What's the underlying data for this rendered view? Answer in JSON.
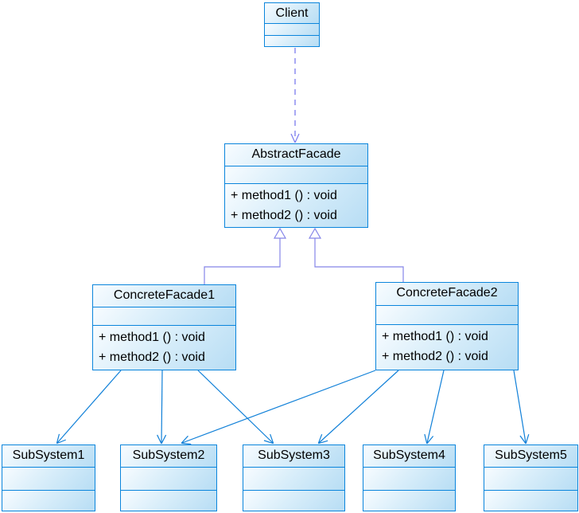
{
  "classes": {
    "client": {
      "name": "Client"
    },
    "abstractFacade": {
      "name": "AbstractFacade",
      "methods": [
        "+ method1 () : void",
        "+ method2 () : void"
      ]
    },
    "concreteFacade1": {
      "name": "ConcreteFacade1",
      "methods": [
        "+ method1 () : void",
        "+ method2 () : void"
      ]
    },
    "concreteFacade2": {
      "name": "ConcreteFacade2",
      "methods": [
        "+ method1 () : void",
        "+ method2 () : void"
      ]
    },
    "subSystem1": {
      "name": "SubSystem1"
    },
    "subSystem2": {
      "name": "SubSystem2"
    },
    "subSystem3": {
      "name": "SubSystem3"
    },
    "subSystem4": {
      "name": "SubSystem4"
    },
    "subSystem5": {
      "name": "SubSystem5"
    }
  },
  "relationships": [
    {
      "type": "dependency",
      "from": "Client",
      "to": "AbstractFacade",
      "line": "dashed",
      "head": "open-arrow"
    },
    {
      "type": "generalization",
      "from": "ConcreteFacade1",
      "to": "AbstractFacade",
      "line": "solid",
      "head": "hollow-triangle"
    },
    {
      "type": "generalization",
      "from": "ConcreteFacade2",
      "to": "AbstractFacade",
      "line": "solid",
      "head": "hollow-triangle"
    },
    {
      "type": "association",
      "from": "ConcreteFacade1",
      "to": "SubSystem1",
      "line": "solid",
      "head": "open-arrow"
    },
    {
      "type": "association",
      "from": "ConcreteFacade1",
      "to": "SubSystem2",
      "line": "solid",
      "head": "open-arrow"
    },
    {
      "type": "association",
      "from": "ConcreteFacade1",
      "to": "SubSystem3",
      "line": "solid",
      "head": "open-arrow"
    },
    {
      "type": "association",
      "from": "ConcreteFacade2",
      "to": "SubSystem2",
      "line": "solid",
      "head": "open-arrow"
    },
    {
      "type": "association",
      "from": "ConcreteFacade2",
      "to": "SubSystem3",
      "line": "solid",
      "head": "open-arrow"
    },
    {
      "type": "association",
      "from": "ConcreteFacade2",
      "to": "SubSystem4",
      "line": "solid",
      "head": "open-arrow"
    },
    {
      "type": "association",
      "from": "ConcreteFacade2",
      "to": "SubSystem5",
      "line": "solid",
      "head": "open-arrow"
    }
  ],
  "colors": {
    "background": "#ffffff",
    "box_border": "#0a85dc",
    "box_fill_light": "#f8fcff",
    "box_fill_dark": "#b7ddf4",
    "association_line": "#1080d8",
    "dependency_line": "#7b7bee",
    "generalization_line": "#8585e8",
    "text": "#000000"
  }
}
